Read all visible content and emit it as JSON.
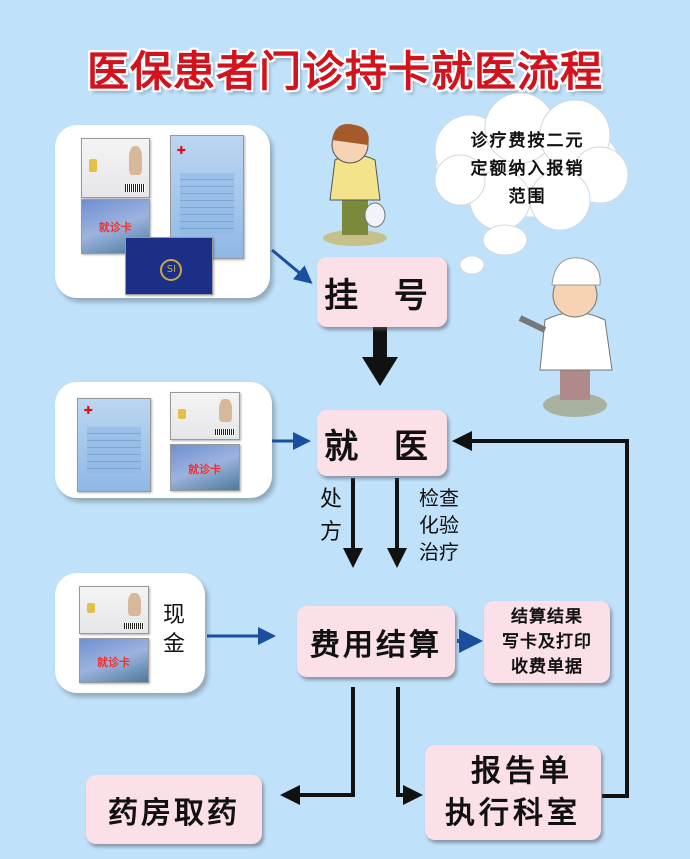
{
  "title": "医保患者门诊持卡就医流程",
  "cards": {
    "medical_card_label": "就诊卡",
    "si_logo": "SI"
  },
  "thought_bubble": {
    "lines": [
      "诊疗费按二元",
      "定额纳入报销",
      "范围"
    ]
  },
  "steps": {
    "register": "挂 号",
    "see_doctor": "就 医",
    "payment": "费用结算",
    "payment_result": [
      "结算结果",
      "写卡及打印",
      "收费单据"
    ],
    "pharmacy": "药房取药",
    "report": [
      "报告单",
      "执行科室"
    ]
  },
  "labels": {
    "prescription": [
      "处",
      "方"
    ],
    "exam": [
      "检查",
      "化验",
      "治疗"
    ],
    "cash": [
      "现",
      "金"
    ]
  },
  "colors": {
    "background": "#bfe1f9",
    "title": "#d2121c",
    "box": "#fbe0e8",
    "blue_arrow": "#1a4fa0",
    "black_arrow": "#111111"
  }
}
